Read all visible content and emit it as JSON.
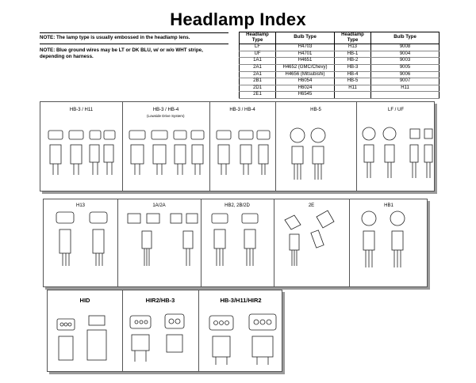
{
  "title": "Headlamp Index",
  "notes": [
    "NOTE: The lamp type is usually embossed in the headlamp lens.",
    "NOTE: Blue ground wires may be LT or DK BLU, w/ or w/o WHT stripe, depending on harness."
  ],
  "table": {
    "headers": [
      "Headlamp Type",
      "Bulb Type",
      "Headlamp Type",
      "Bulb Type"
    ],
    "rows": [
      [
        "LF",
        "H4703",
        "H13",
        "9008"
      ],
      [
        "UF",
        "H4701",
        "HB-1",
        "9004"
      ],
      [
        "1A1",
        "H4651",
        "HB-2",
        "9003"
      ],
      [
        "2A1",
        "H4652 (GMC/Chevy)",
        "HB-3",
        "9005"
      ],
      [
        "2A1",
        "H4656 (Mitsubishi)",
        "HB-4",
        "9006"
      ],
      [
        "2B1",
        "H6054",
        "HB-5",
        "9007"
      ],
      [
        "2D1",
        "H6024",
        "H11",
        "H11"
      ],
      [
        "2E1",
        "H6545",
        "",
        ""
      ]
    ]
  },
  "panels": {
    "row1": {
      "labels": [
        "HB-3 / H11",
        "HB-3 / HB-4",
        "HB-3 / HB-4",
        "HB-5",
        "LF / UF"
      ],
      "sublabel": "(Lowside Drive System)"
    },
    "row2": {
      "labels": [
        "H13",
        "1A/2A",
        "HB2, 2B/2D",
        "2E",
        "HB1"
      ]
    },
    "row3": {
      "labels": [
        "HID",
        "HIR2/HB-3",
        "HB-3/H11/HIR2"
      ]
    }
  }
}
